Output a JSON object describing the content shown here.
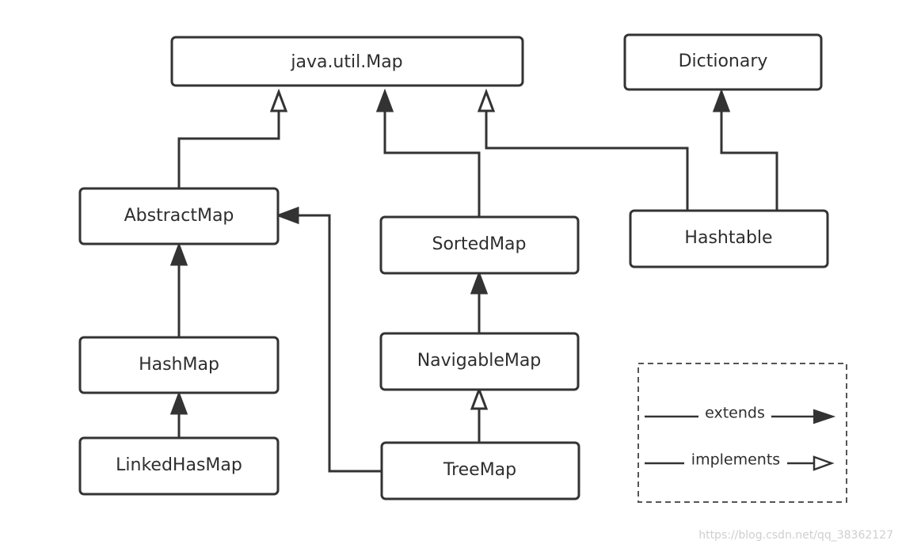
{
  "nodes": {
    "map": "java.util.Map",
    "dictionary": "Dictionary",
    "abstract_map": "AbstractMap",
    "sorted_map": "SortedMap",
    "hashtable": "Hashtable",
    "hash_map": "HashMap",
    "navigable_map": "NavigableMap",
    "linked_hash_map": "LinkedHasMap",
    "tree_map": "TreeMap"
  },
  "legend": {
    "extends": "extends",
    "implements": "implements"
  },
  "watermark": "https://blog.csdn.net/qq_38362127",
  "colors": {
    "stroke": "#333333",
    "text": "#2e2e2e",
    "legend_border": "#555555",
    "watermark": "#cfcfcf"
  }
}
